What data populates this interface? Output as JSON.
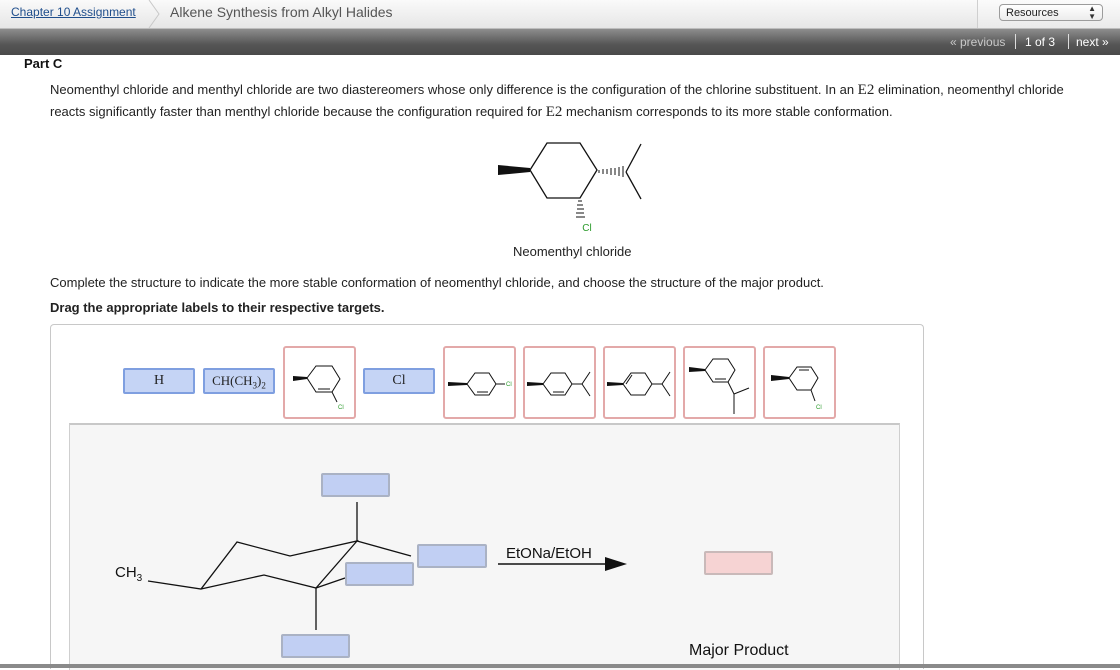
{
  "header": {
    "breadcrumb_link": "Chapter 10 Assignment",
    "title": "Alkene Synthesis from Alkyl Halides",
    "resources_label": "Resources"
  },
  "nav": {
    "previous": "« previous",
    "page": "1 of 3",
    "next": "next »"
  },
  "part_label": "Part C",
  "intro": {
    "t1": "Neomenthyl chloride and menthyl chloride are two diastereomers whose only difference is the configuration of the chlorine substituent. In an ",
    "e2a": "E2",
    "t2": " elimination, neomenthyl chloride reacts significantly faster than menthyl chloride because the configuration required for ",
    "e2b": "E2",
    "t3": " mechanism corresponds to its more stable conformation."
  },
  "molecule": {
    "name": "Neomenthyl chloride",
    "cl_label": "Cl"
  },
  "instruction": "Complete the structure to indicate the more stable conformation of neomenthyl chloride, and choose the structure of the major product.",
  "drag_instruction": "Drag the appropriate labels to their respective targets.",
  "labels": {
    "h": "H",
    "ch3_2_main": "CH(CH",
    "ch3_2_sub": "3",
    "ch3_2_end": ")",
    "ch3_2_sub2": "2",
    "cl": "Cl",
    "tile_cl": "Cl"
  },
  "drop_area": {
    "ch3": "CH",
    "ch3_sub": "3",
    "reagent": "EtONa/EtOH",
    "major_product": "Major Product"
  }
}
